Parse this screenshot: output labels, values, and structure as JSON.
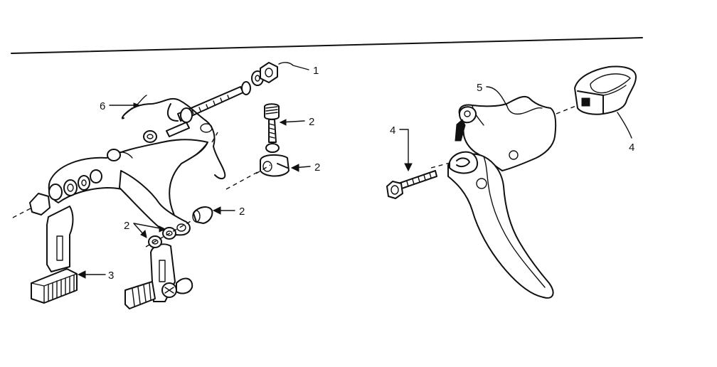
{
  "callouts": {
    "c1": "1",
    "c2a": "2",
    "c2b": "2",
    "c2c": "2",
    "c2d": "2",
    "c3": "3",
    "c4a": "4",
    "c4b": "4",
    "c5": "5",
    "c6": "6"
  }
}
